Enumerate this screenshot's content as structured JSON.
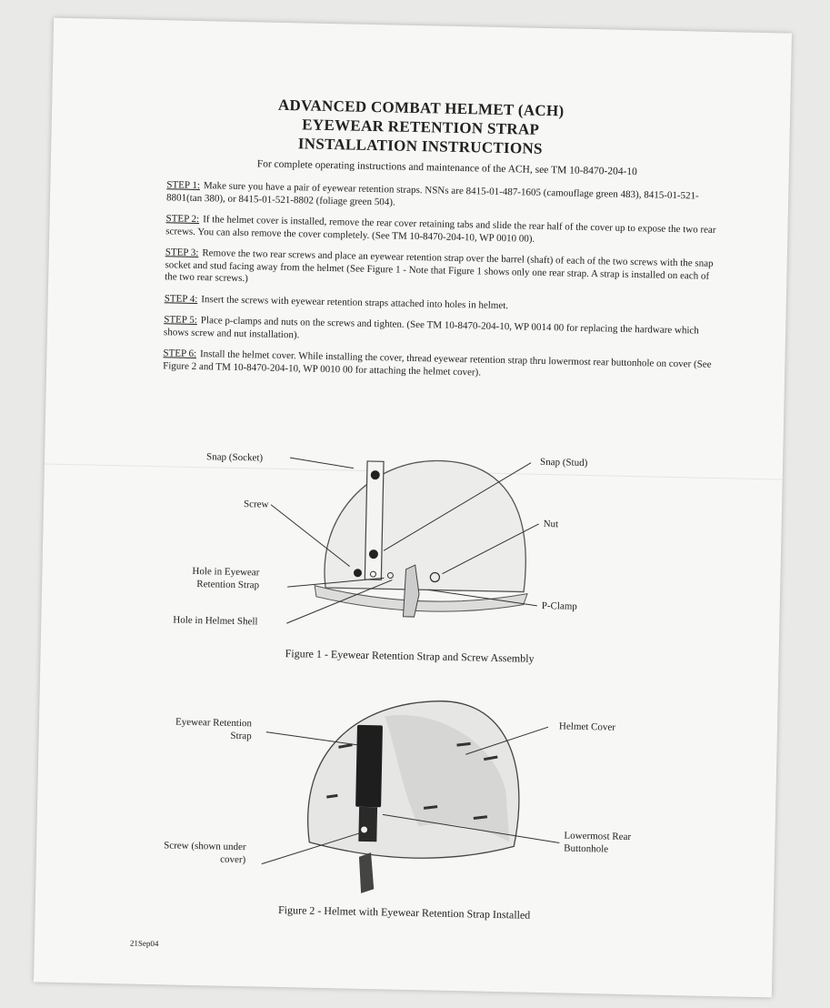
{
  "document": {
    "title_lines": [
      "ADVANCED COMBAT HELMET (ACH)",
      "EYEWEAR RETENTION STRAP",
      "INSTALLATION INSTRUCTIONS"
    ],
    "intro": "For complete operating instructions and maintenance of the ACH, see TM 10-8470-204-10",
    "steps": [
      {
        "label": "STEP 1:",
        "text": "Make sure you have a pair of eyewear retention straps.  NSNs are 8415-01-487-1605 (camouflage green 483), 8415-01-521-8801(tan 380), or 8415-01-521-8802 (foliage green 504)."
      },
      {
        "label": "STEP 2:",
        "text": "If the helmet cover is installed, remove the rear cover retaining tabs and slide the rear half of the cover up to expose the two rear screws.  You can also remove the cover completely. (See TM 10-8470-204-10, WP 0010 00)."
      },
      {
        "label": "STEP 3:",
        "text": "Remove the two rear screws and place an eyewear retention strap over the barrel (shaft) of each of the two screws with the snap socket and stud facing away from the helmet (See Figure 1 - Note that Figure 1 shows only one rear strap.  A strap is installed on each of the two rear screws.)"
      },
      {
        "label": "STEP 4:",
        "text": "Insert the screws with eyewear retention straps attached into holes in helmet."
      },
      {
        "label": "STEP 5:",
        "text": "Place p-clamps and nuts on the screws and tighten. (See TM 10-8470-204-10, WP 0014 00 for replacing the hardware which shows screw and nut installation)."
      },
      {
        "label": "STEP 6:",
        "text": "Install the helmet cover.  While installing the cover, thread eyewear retention strap thru lowermost rear buttonhole on cover (See Figure 2 and TM 10-8470-204-10, WP 0010 00 for attaching the helmet cover)."
      }
    ],
    "figure1": {
      "labels": {
        "snap_socket": "Snap (Socket)",
        "snap_stud": "Snap (Stud)",
        "screw": "Screw",
        "nut": "Nut",
        "hole_strap_1": "Hole in Eyewear",
        "hole_strap_2": "Retention Strap",
        "p_clamp": "P-Clamp",
        "hole_shell": "Hole in Helmet Shell"
      },
      "caption": "Figure 1 -  Eyewear Retention Strap and Screw Assembly"
    },
    "figure2": {
      "labels": {
        "strap_1": "Eyewear Retention",
        "strap_2": "Strap",
        "cover": "Helmet Cover",
        "screw_1": "Screw (shown under",
        "screw_2": "cover)",
        "buttonhole_1": "Lowermost Rear",
        "buttonhole_2": "Buttonhole"
      },
      "caption": "Figure 2 - Helmet with Eyewear Retention Strap Installed"
    },
    "date": "21Sep04"
  }
}
